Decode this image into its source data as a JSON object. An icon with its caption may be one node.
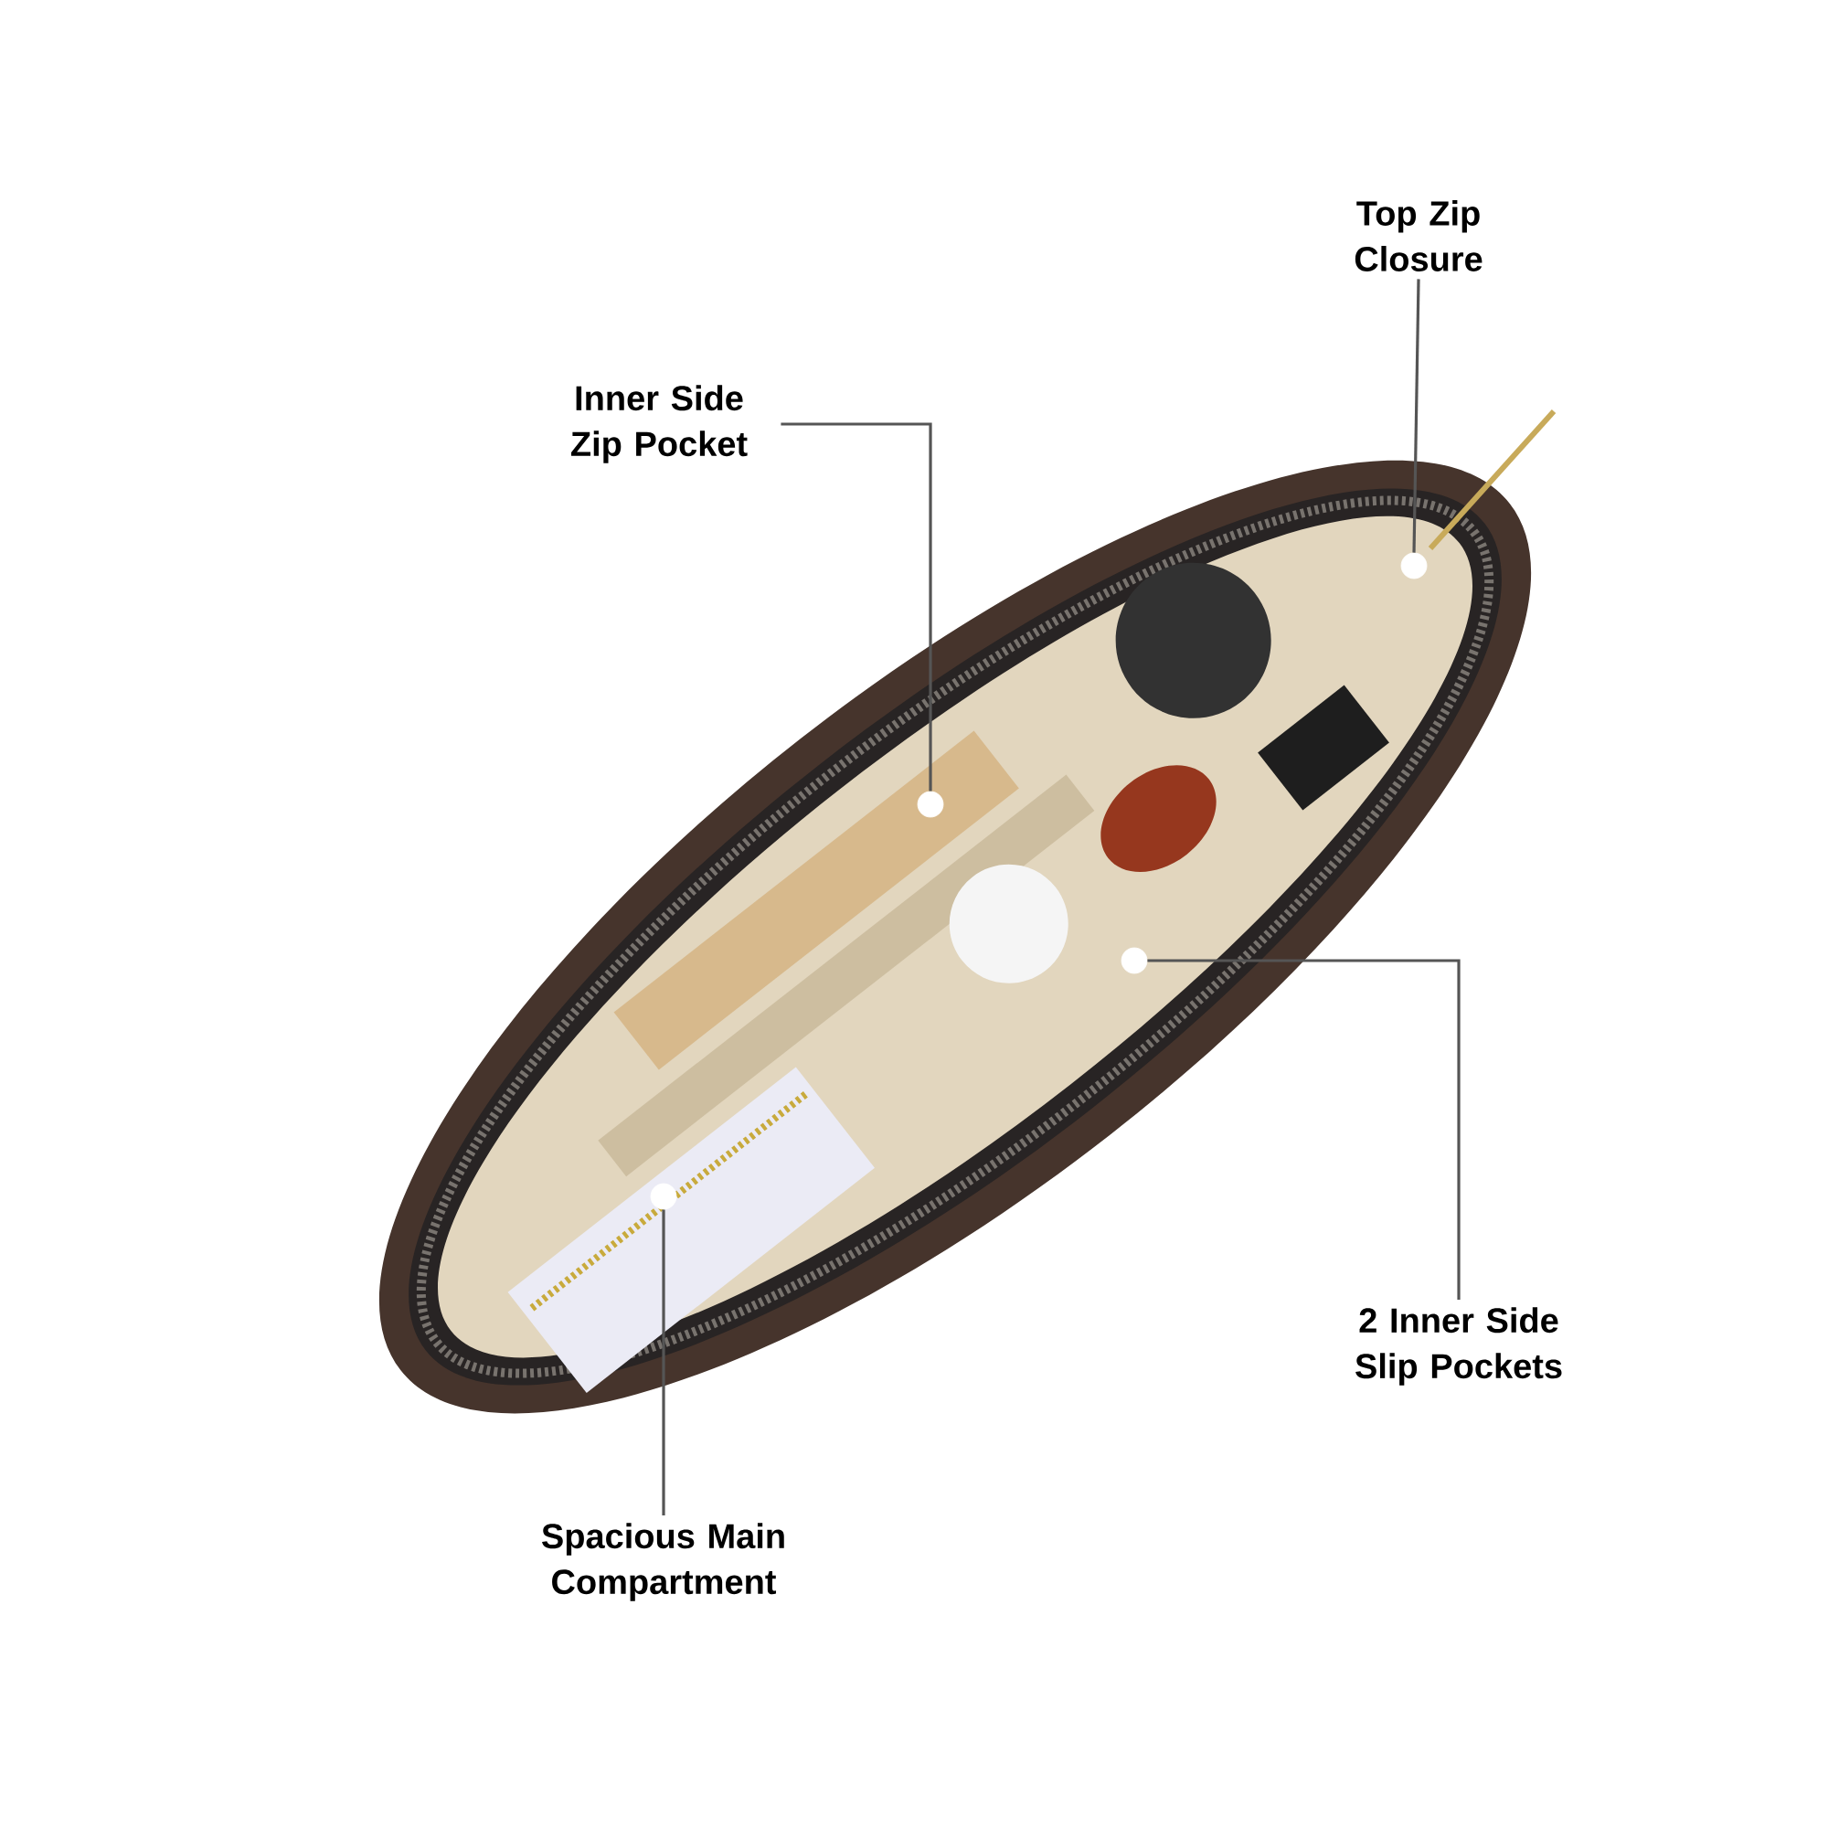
{
  "diagram": {
    "nodes": [
      {
        "text": [
          "Top Zip Closure"
        ]
      },
      {
        "text": [
          "Inner Side Zip Pocket"
        ]
      },
      {
        "text": [
          "2 Inner Side Slip Pockets"
        ]
      },
      {
        "text": [
          "Spacious Main Compartment"
        ]
      },
      {
        "text": [],
        "shape": "circle"
      },
      {
        "text": [],
        "shape": "circle"
      },
      {
        "text": [],
        "shape": "circle"
      },
      {
        "text": [],
        "shape": "circle"
      }
    ],
    "edges": [
      {
        "from": 0,
        "to": 4,
        "arrow": "none"
      },
      {
        "from": 1,
        "to": 5,
        "arrow": "none"
      },
      {
        "from": 2,
        "to": 6,
        "arrow": "none"
      },
      {
        "from": 3,
        "to": 7,
        "arrow": "none"
      }
    ]
  }
}
